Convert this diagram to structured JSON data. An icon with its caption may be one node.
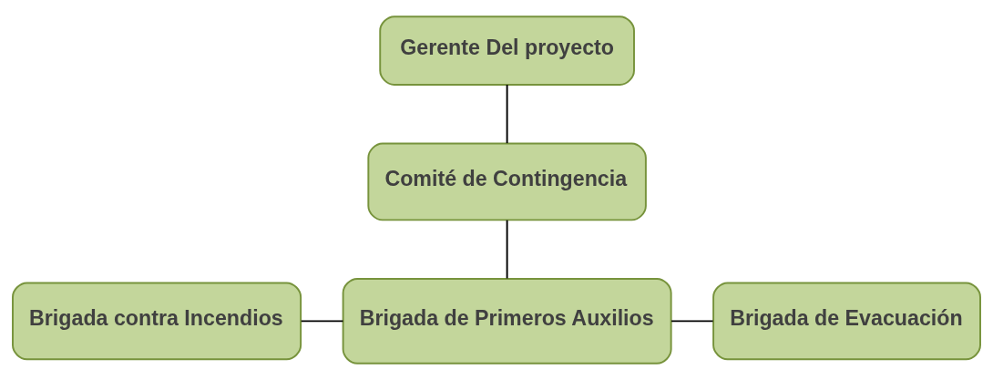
{
  "diagram": {
    "nodes": [
      {
        "text": [
          "Gerente Del proyecto"
        ]
      },
      {
        "text": [
          "Comité de Contingencia"
        ]
      },
      {
        "text": [
          "Brigada contra Incendios"
        ]
      },
      {
        "text": [
          "Brigada de Primeros Auxilios"
        ]
      },
      {
        "text": [
          "Brigada de Evacuación"
        ]
      }
    ],
    "edges": [
      {
        "from": 0,
        "to": 1,
        "arrow": "none"
      },
      {
        "from": 1,
        "to": 3,
        "arrow": "none"
      },
      {
        "from": 2,
        "to": 3,
        "arrow": "none"
      },
      {
        "from": 3,
        "to": 4,
        "arrow": "none"
      }
    ]
  }
}
